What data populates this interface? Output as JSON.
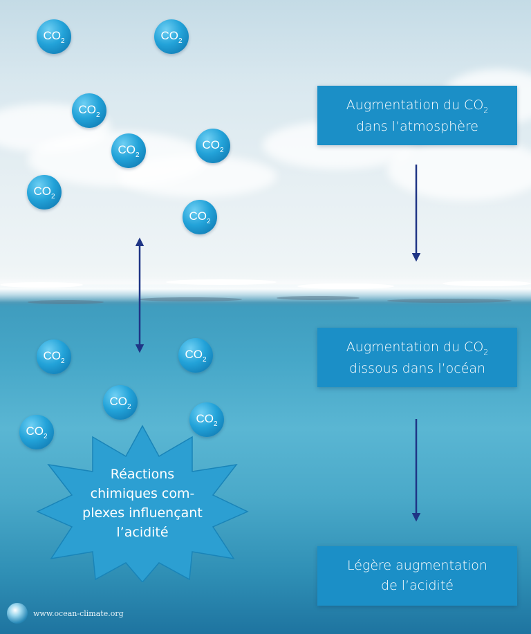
{
  "molecule": {
    "symbol": "CO",
    "subscript": "2"
  },
  "boxes": {
    "atmosphere": {
      "line1_main": "Augmentation du CO",
      "line1_sub": "2",
      "line2": "dans l’atmosphère"
    },
    "ocean": {
      "line1_main": "Augmentation du CO",
      "line1_sub": "2",
      "line2": "dissous dans l’océan"
    },
    "acidity": {
      "line1": "Légère augmentation",
      "line2": "de l’acidité"
    }
  },
  "reactions": {
    "line1": "Réactions",
    "line2": "chimiques com-",
    "line3": "plexes influençant",
    "line4": "l’acidité"
  },
  "footer": {
    "url": "www.ocean-climate.org"
  },
  "colors": {
    "box": "#1b8fc7",
    "arrow": "#1f3585",
    "molecule": "#23a3d9",
    "ocean": "#46a7c8"
  }
}
